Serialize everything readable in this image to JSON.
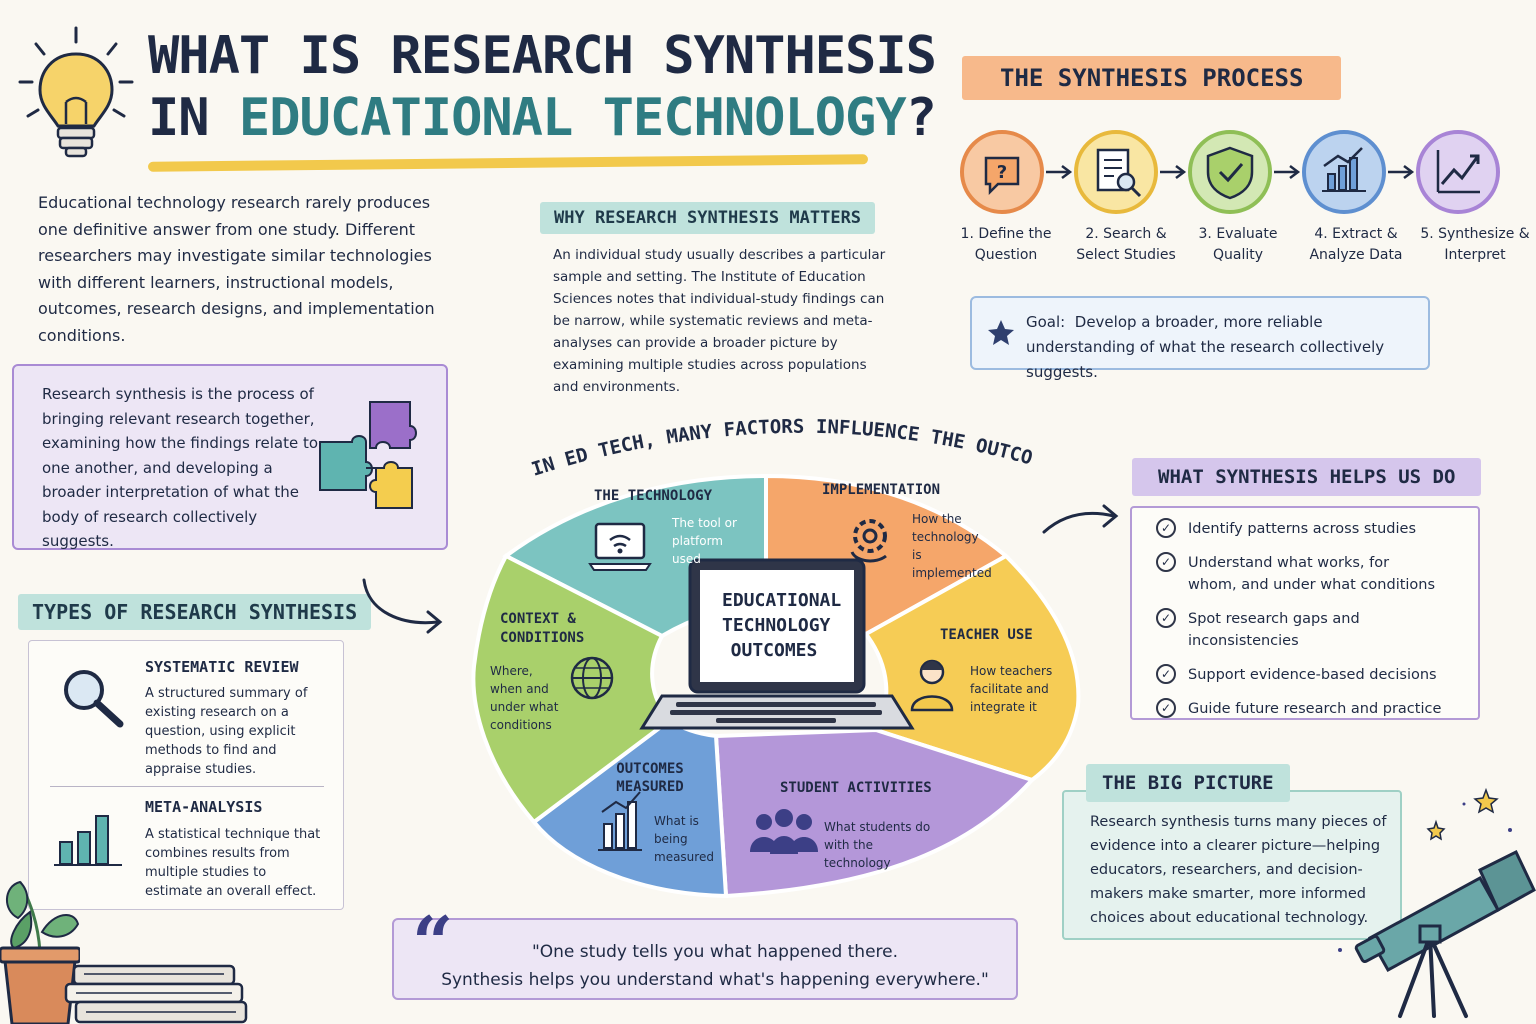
{
  "title": {
    "line1": "WHAT IS RESEARCH SYNTHESIS",
    "line2_prefix": "IN ",
    "line2_accent": "EDUCATIONAL TECHNOLOGY",
    "line2_suffix": "?"
  },
  "intro": "Educational technology research rarely produces one definitive answer from one study. Different researchers may investigate similar technologies with different learners, instructional models, outcomes, research designs, and implementation conditions.",
  "definition": "Research synthesis is the process of bringing relevant research together, examining how the findings relate to one another, and developing a broader interpretation of what the body of research collectively suggests.",
  "types": {
    "heading": "TYPES OF RESEARCH SYNTHESIS",
    "items": [
      {
        "title": "SYSTEMATIC REVIEW",
        "desc": "A structured summary of existing research on a question, using explicit methods to find and appraise studies."
      },
      {
        "title": "META-ANALYSIS",
        "desc": "A statistical technique that combines results from multiple studies to estimate an overall effect."
      }
    ]
  },
  "why": {
    "heading": "WHY RESEARCH SYNTHESIS MATTERS",
    "text": "An individual study usually describes a particular sample and setting. The Institute of Education Sciences notes that individual-study findings can be narrow, while systematic reviews and meta-analyses can provide a broader picture by examining multiple studies across populations and environments."
  },
  "factors": {
    "heading": "IN ED TECH, MANY FACTORS INFLUENCE THE OUTCOME",
    "center": [
      "EDUCATIONAL",
      "TECHNOLOGY",
      "OUTCOMES"
    ],
    "pieces": [
      {
        "title": "THE TECHNOLOGY",
        "desc": "The tool or platform used",
        "color": "#7cc4c1"
      },
      {
        "title": "IMPLEMENTATION",
        "desc": "How the technology is implemented",
        "color": "#f5a66a"
      },
      {
        "title": "TEACHER USE",
        "desc": "How teachers facilitate and integrate it",
        "color": "#f6cc55"
      },
      {
        "title": "STUDENT ACTIVITIES",
        "desc": "What students do with the technology",
        "color": "#b497d9"
      },
      {
        "title": "OUTCOMES MEASURED",
        "desc": "What is being measured",
        "color": "#6f9fd8"
      },
      {
        "title": "CONTEXT & CONDITIONS",
        "desc": "Where, when and under what conditions",
        "color": "#a9d06b"
      }
    ]
  },
  "process": {
    "heading": "THE SYNTHESIS PROCESS",
    "steps": [
      {
        "label": "1. Define the Question",
        "icon": "question-bubble-icon",
        "color": "#f5a66a"
      },
      {
        "label": "2. Search & Select Studies",
        "icon": "document-search-icon",
        "color": "#f6cc55"
      },
      {
        "label": "3. Evaluate Quality",
        "icon": "shield-check-icon",
        "color": "#a9d06b"
      },
      {
        "label": "4. Extract & Analyze Data",
        "icon": "bar-chart-icon",
        "color": "#6f9fd8"
      },
      {
        "label": "5. Synthesize & Interpret",
        "icon": "line-chart-icon",
        "color": "#b497d9"
      }
    ],
    "goal_label": "Goal:",
    "goal_text": "Develop a broader, more reliable understanding of what the research collectively suggests."
  },
  "helps": {
    "heading": "WHAT SYNTHESIS HELPS US DO",
    "items": [
      "Identify patterns across studies",
      "Understand what works, for whom, and under what conditions",
      "Spot research gaps and inconsistencies",
      "Support evidence-based decisions",
      "Guide future research and practice"
    ]
  },
  "big_picture": {
    "heading": "THE BIG PICTURE",
    "text": "Research synthesis turns many pieces of evidence into a clearer picture—helping educators, researchers, and decision-makers make smarter, more informed choices about educational technology."
  },
  "quote": {
    "line1": "\"One study tells you what happened there.",
    "line2": "Synthesis helps you understand what's happening everywhere.\""
  }
}
